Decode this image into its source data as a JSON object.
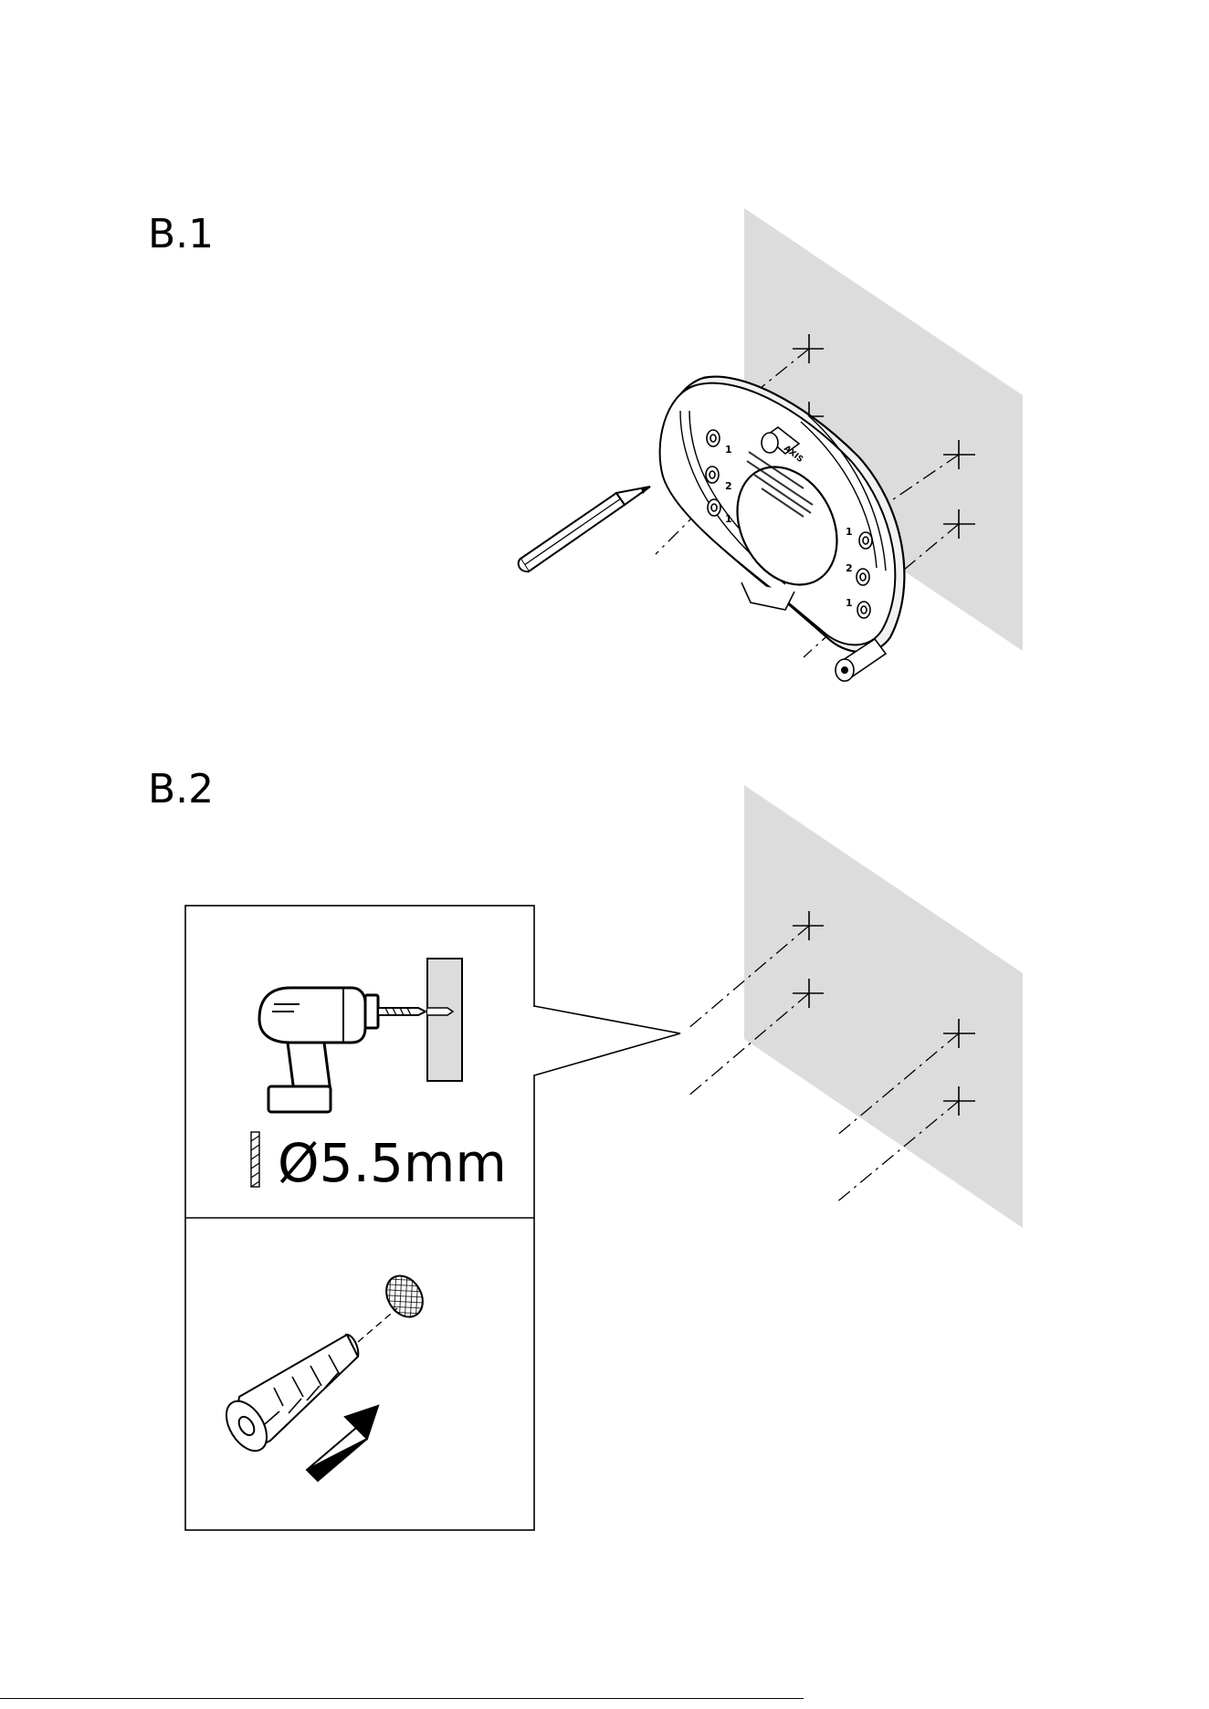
{
  "steps": {
    "b1": {
      "label": "B.1"
    },
    "b2": {
      "label": "B.2",
      "drill_size": "Ø5.5mm"
    }
  },
  "plate": {
    "hole_labels": [
      "1",
      "2",
      "1",
      "1",
      "2",
      "1"
    ],
    "logo": "AXIS"
  },
  "colors": {
    "wall": "#dcdcdc",
    "line": "#000000",
    "background": "#ffffff"
  },
  "icons": [
    "pencil-icon",
    "drill-icon",
    "drill-bit-icon",
    "wall-plug-icon",
    "arrow-icon"
  ]
}
